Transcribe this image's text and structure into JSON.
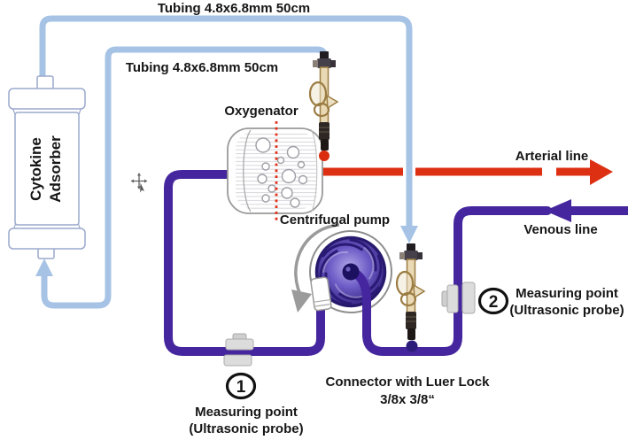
{
  "figure": {
    "labels": {
      "tubing_top": "Tubing 4.8x6.8mm 50cm",
      "tubing_inner": "Tubing 4.8x6.8mm 50cm",
      "adsorber": {
        "line1": "Cytokine",
        "line2": "Adsorber"
      },
      "oxygenator": "Oxygenator",
      "centrifugal_pump": "Centrifugal pump",
      "arterial_line": "Arterial line",
      "venous_line": "Venous line",
      "measuring_point_1": {
        "number": "1",
        "line1": "Measuring point",
        "line2": "(Ultrasonic probe)"
      },
      "measuring_point_2": {
        "number": "2",
        "line1": "Measuring point",
        "line2": "(Ultrasonic probe)"
      },
      "connector": {
        "line1": "Connector with Luer Lock",
        "line2": "3/8x 3/8“"
      }
    },
    "colors": {
      "tubing_blue": "#a6c3e6",
      "circuit_purple": "#46269e",
      "arterial_red": "#dd2f12",
      "pump_indigo": "#3b2a99",
      "stopcock_tan": "#9b7c42",
      "clamp_gray": "#dcdcdc",
      "text": "#161616"
    }
  }
}
